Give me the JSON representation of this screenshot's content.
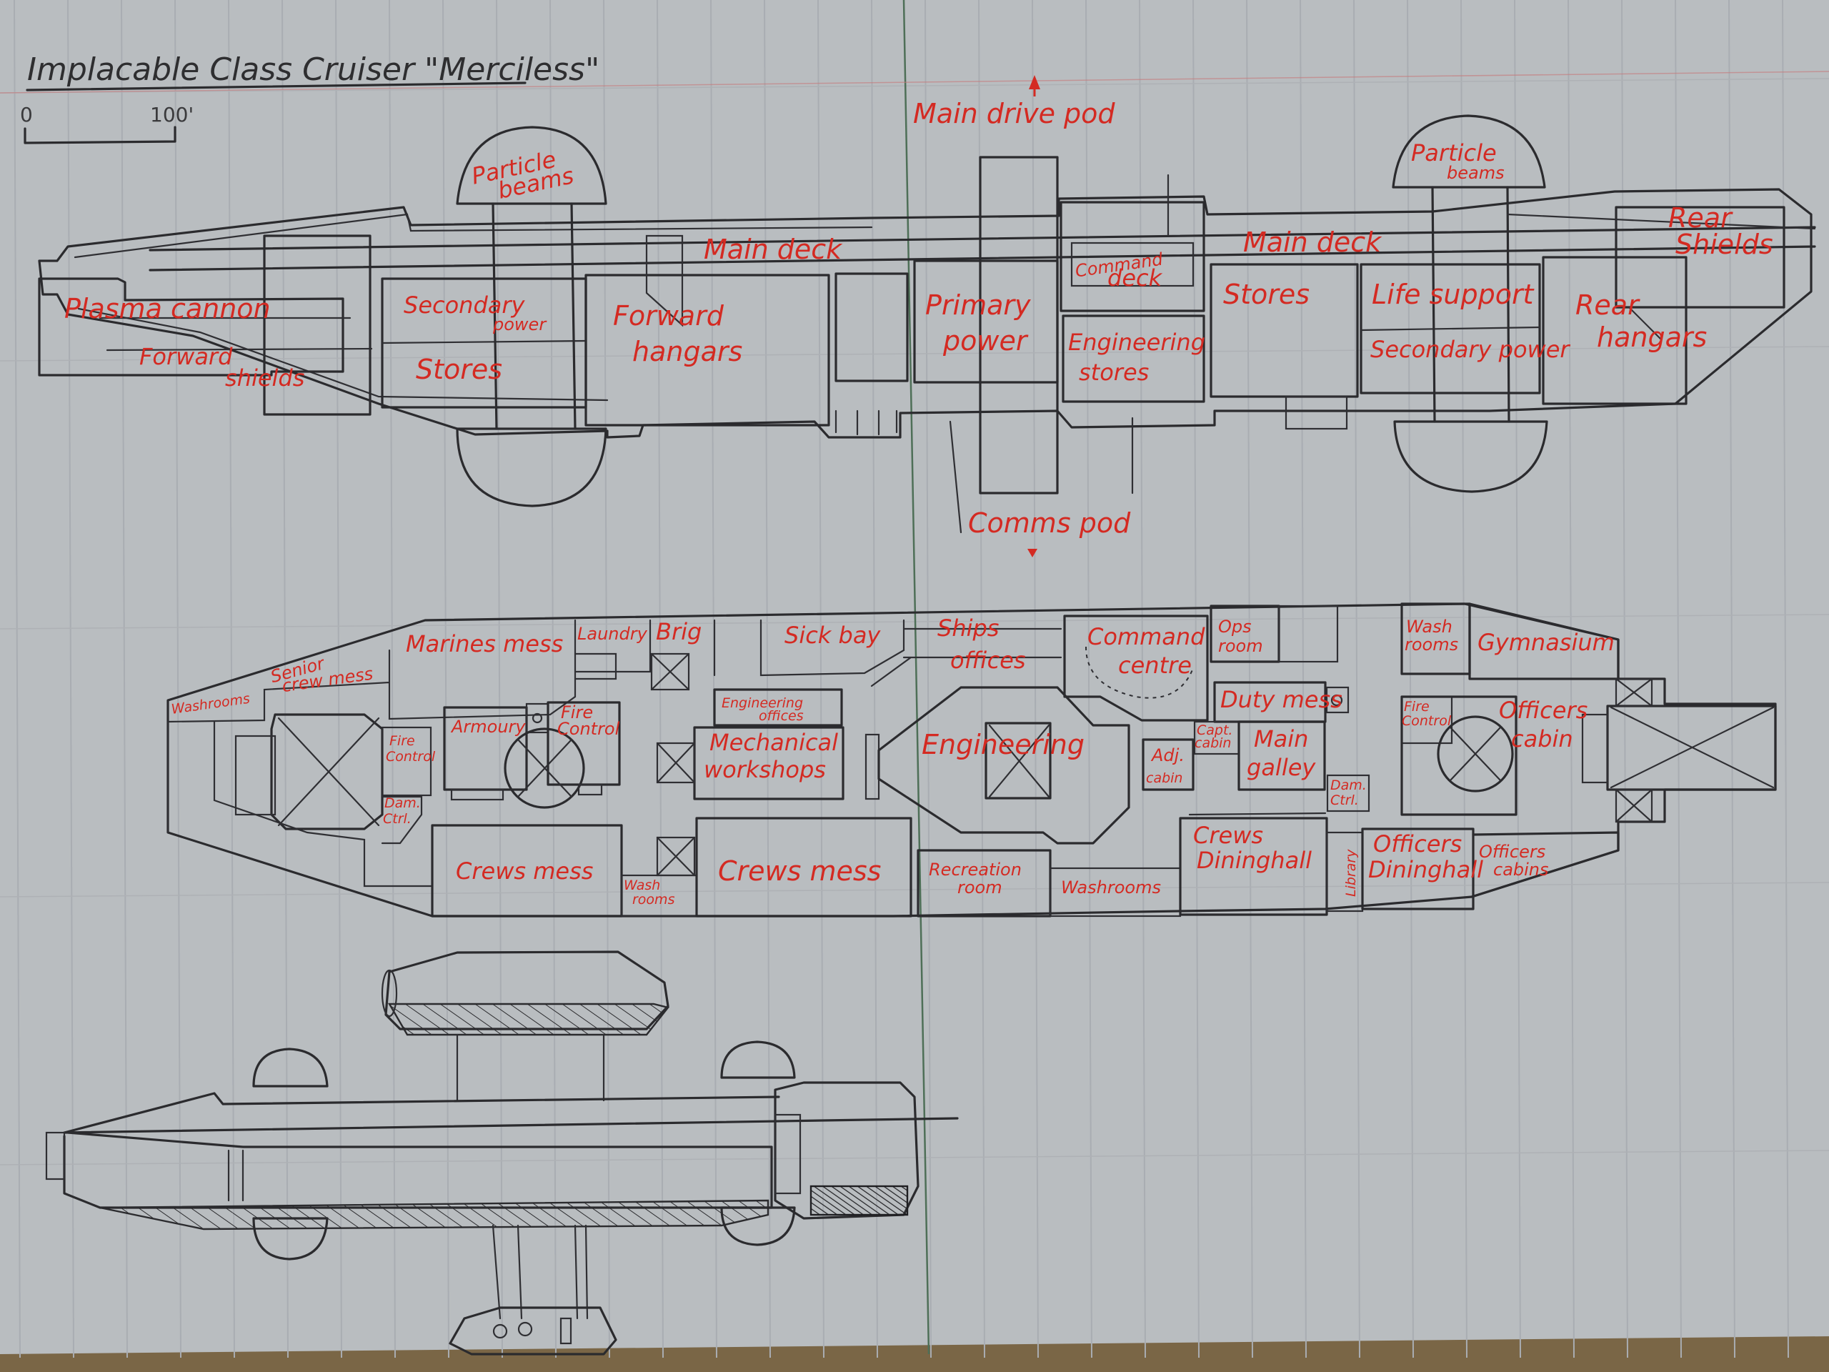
{
  "title": "Implacable Class Cruiser \"Merciless\"",
  "scale_bar": {
    "start_label": "0",
    "end_label": "100'"
  },
  "colors": {
    "paper": "#b9bdc0",
    "ink": "#2b2b2e",
    "label_red": "#d42a22",
    "desk_wood": "#7a6646"
  },
  "side_plan": {
    "labels": {
      "particle_beams_fwd_1": "Particle",
      "particle_beams_fwd_2": "beams",
      "plasma_cannon": "Plasma cannon",
      "forward_shields_1": "Forward",
      "forward_shields_2": "shields",
      "secondary_power_fwd_1": "Secondary",
      "secondary_power_fwd_2": "power",
      "stores_fwd": "Stores",
      "forward_hangars_1": "Forward",
      "forward_hangars_2": "hangars",
      "main_deck_fwd": "Main deck",
      "main_drive_pod": "Main drive pod",
      "primary_power_1": "Primary",
      "primary_power_2": "power",
      "command_deck_1": "Command",
      "command_deck_2": "deck",
      "engineering_stores_1": "Engineering",
      "engineering_stores_2": "stores",
      "comms_pod": "Comms pod",
      "main_deck_aft": "Main deck",
      "stores_aft": "Stores",
      "life_support": "Life support",
      "secondary_power_aft": "Secondary power",
      "particle_beams_aft_1": "Particle",
      "particle_beams_aft_2": "beams",
      "rear_shields_1": "Rear",
      "rear_shields_2": "Shields",
      "rear_hangars_1": "Rear",
      "rear_hangars_2": "hangars"
    }
  },
  "deck_plan": {
    "labels": {
      "washrooms_fwd": "Washrooms",
      "senior_crew_mess_1": "Senior",
      "senior_crew_mess_2": "crew mess",
      "marines_mess": "Marines mess",
      "laundry": "Laundry",
      "brig": "Brig",
      "sick_bay": "Sick bay",
      "ships_offices_1": "Ships",
      "ships_offices_2": "offices",
      "command_centre_1": "Command",
      "command_centre_2": "centre",
      "ops_room_1": "Ops",
      "ops_room_2": "room",
      "wash_rooms_aft_1": "Wash",
      "wash_rooms_aft_2": "rooms",
      "gymnasium": "Gymnasium",
      "fire_control_fwd_1": "Fire",
      "fire_control_fwd_2": "Control",
      "dam_ctrl_fwd_1": "Dam.",
      "dam_ctrl_fwd_2": "Ctrl.",
      "armoury": "Armoury",
      "fire_control_mid_1": "Fire",
      "fire_control_mid_2": "Control",
      "engineering_offices_1": "Engineering",
      "engineering_offices_2": "offices",
      "mechanical_workshops_1": "Mechanical",
      "mechanical_workshops_2": "workshops",
      "engineering": "Engineering",
      "duty_mess": "Duty mess",
      "capt_cabin_1": "Capt.",
      "capt_cabin_2": "cabin",
      "adj_cabin_1": "Adj.",
      "adj_cabin_2": "cabin",
      "main_galley_1": "Main",
      "main_galley_2": "galley",
      "dam_ctrl_aft_1": "Dam.",
      "dam_ctrl_aft_2": "Ctrl.",
      "fire_control_aft_1": "Fire",
      "fire_control_aft_2": "Control",
      "officers_cabin_1": "Officers",
      "officers_cabin_2": "cabin",
      "crews_mess_1": "Crews mess",
      "wash_rooms_mid_1": "Wash",
      "wash_rooms_mid_2": "rooms",
      "crews_mess_2": "Crews mess",
      "recreation_room_1": "Recreation",
      "recreation_room_2": "room",
      "washrooms_mid": "Washrooms",
      "crews_dining_hall_1": "Crews",
      "crews_dining_hall_2": "Dininghall",
      "library": "Library",
      "officers_dining_hall_1": "Officers",
      "officers_dining_hall_2": "Dininghall",
      "officers_cabins_1": "Officers",
      "officers_cabins_2": "cabins"
    }
  }
}
